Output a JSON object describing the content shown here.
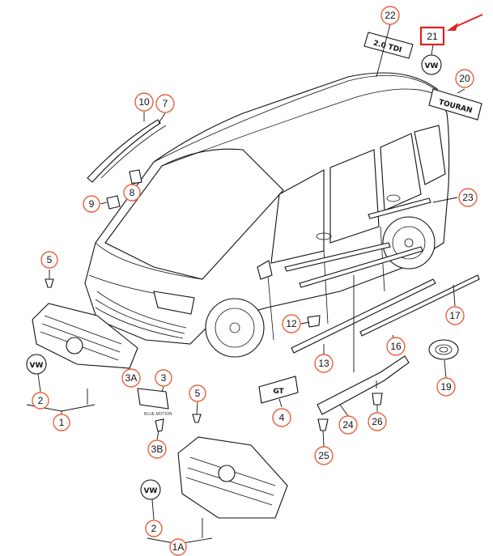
{
  "callouts": {
    "c22": "22",
    "c21": "21",
    "c20": "20",
    "c10": "10",
    "c7": "7",
    "c23": "23",
    "c9": "9",
    "c8": "8",
    "c5a": "5",
    "c12": "12",
    "c17": "17",
    "c13": "13",
    "c16": "16",
    "c19": "19",
    "c3a": "3A",
    "c3": "3",
    "c5b": "5",
    "c4": "4",
    "c24": "24",
    "c26": "26",
    "c3b": "3B",
    "c25": "25",
    "c2a": "2",
    "c1": "1",
    "c2b": "2",
    "c1a": "1A"
  },
  "badges": {
    "rear_script": "TOURAN",
    "engine_badge": "2.0 TDI",
    "model_badge": "GT",
    "clip_print": "BLUE MOTION"
  },
  "colors": {
    "callout_ring": "#e8613c",
    "highlight": "#e02020",
    "line": "#111111"
  },
  "highlighted_callout": "21"
}
